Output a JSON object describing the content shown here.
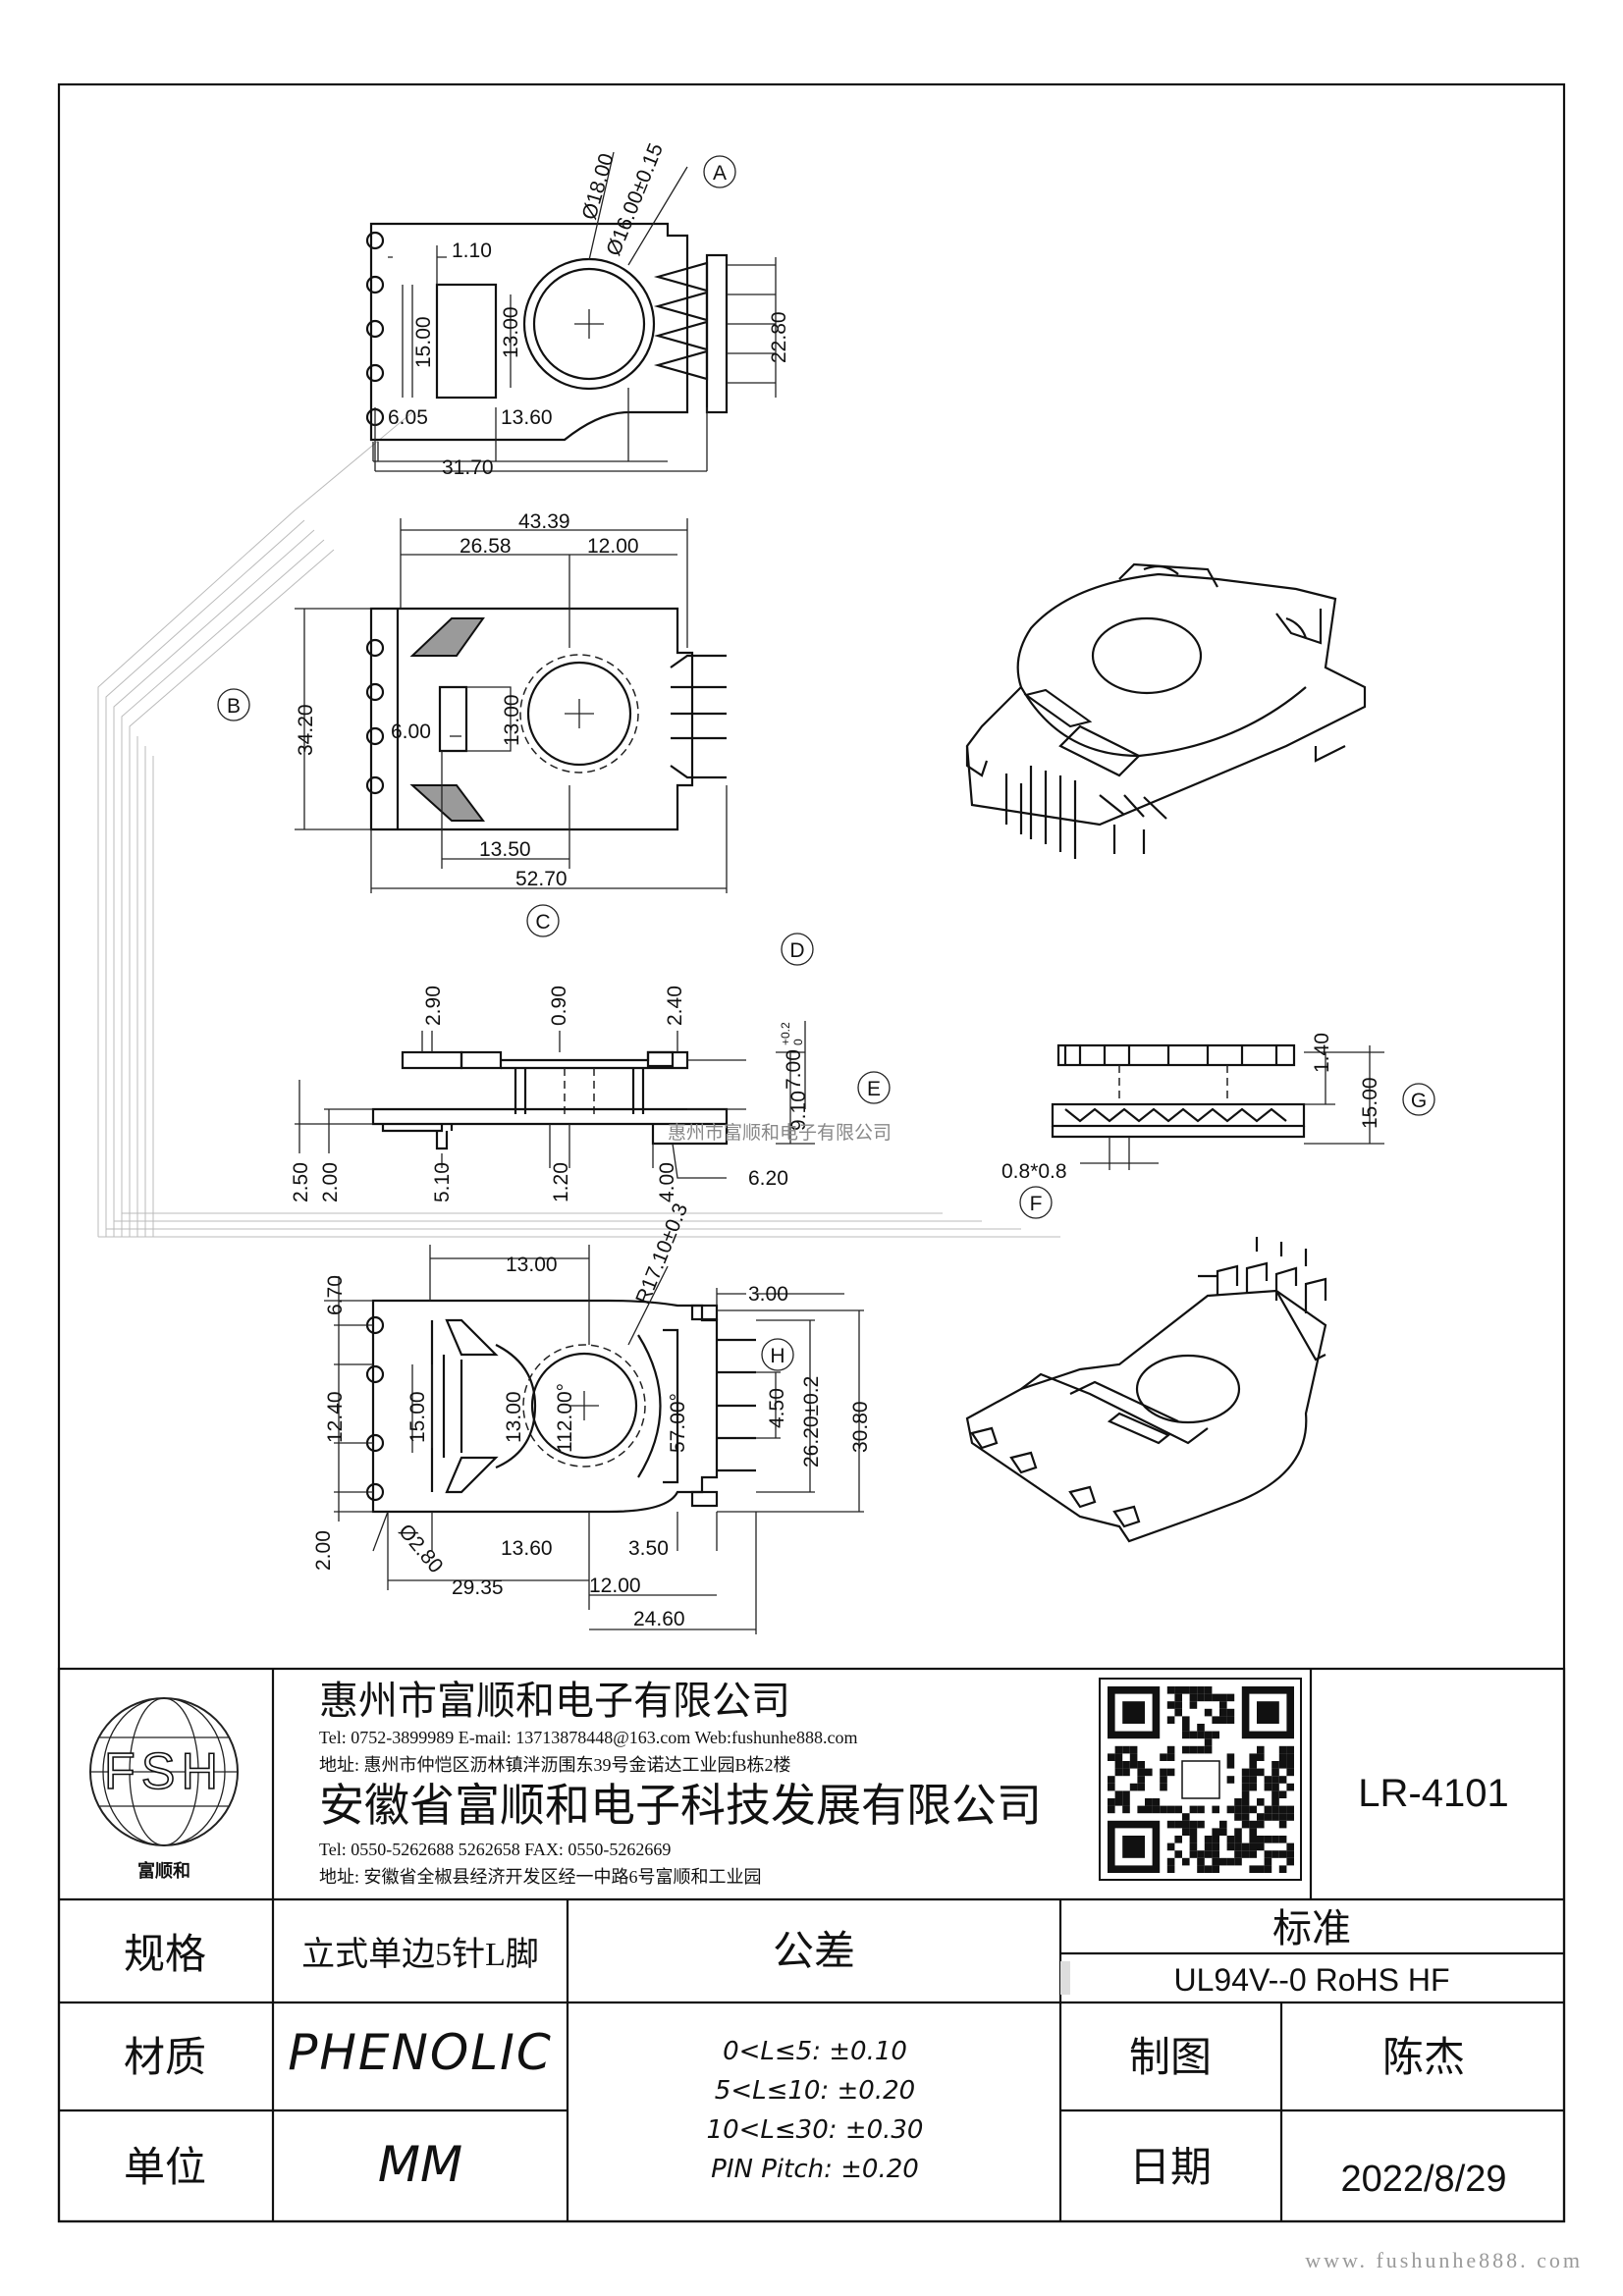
{
  "views": {
    "a": {
      "label": "A",
      "dims": {
        "d_outer": "Ø18.00",
        "d_inner": "Ø16.00±0.15",
        "d1": "1.10",
        "d2": "15.00",
        "d3": "13.00",
        "d4": "22.80",
        "d5": "6.05",
        "d6": "13.60",
        "d7": "31.70"
      }
    },
    "b": {
      "label": "B",
      "dims": {
        "d1": "43.39",
        "d2": "26.58",
        "d3": "12.00",
        "d4": "34.20",
        "d5": "13.00",
        "d6": "6.00",
        "d7": "13.50",
        "d8": "52.70"
      }
    },
    "c": {
      "label": "C"
    },
    "d": {
      "label": "D",
      "dims": {
        "d1": "2.90",
        "d2": "0.90",
        "d3": "2.40",
        "d4": "7.00",
        "d4_tol_upper": "+0.2",
        "d4_tol_lower": "0",
        "d5": "9.10",
        "d6": "2.50",
        "d7": "2.00",
        "d8": "5.10",
        "d9": "1.20",
        "d10": "4.00",
        "d11": "6.20"
      }
    },
    "e": {
      "label": "E"
    },
    "f": {
      "label": "F",
      "dims": {
        "d1": "0.8*0.8"
      }
    },
    "g": {
      "label": "G",
      "dims": {
        "d1": "1.40",
        "d2": "15.00"
      }
    },
    "h": {
      "label": "H",
      "dims": {
        "d1": "13.00",
        "d2": "R17.10±0.3",
        "d3": "3.00",
        "d4": "6.70",
        "d5": "12.40",
        "d6": "15.00",
        "d7": "13.00",
        "d8": "112.00°",
        "d9": "57.00°",
        "d10": "4.50",
        "d11": "26.20±0.2",
        "d12": "30.80",
        "d13": "2.00",
        "d14": "Ø2.80",
        "d15": "13.60",
        "d16": "3.50",
        "d17": "29.35",
        "d18": "12.00",
        "d19": "24.60"
      }
    }
  },
  "watermark_center": "惠州市富顺和电子有限公司",
  "title_block": {
    "logo": {
      "letters": "FSH",
      "caption": "富顺和"
    },
    "company1": {
      "name": "惠州市富顺和电子有限公司",
      "contact": "Tel:   0752-3899989   E-mail: 13713878448@163.com   Web:fushunhe888.com",
      "address": "地址: 惠州市仲恺区沥林镇泮沥围东39号金诺达工业园B栋2楼"
    },
    "company2": {
      "name": "安徽省富顺和电子科技发展有限公司",
      "contact": "Tel:   0550-5262688   5262658       FAX: 0550-5262669",
      "address": "地址: 安徽省全椒县经济开发区经一中路6号富顺和工业园"
    },
    "part_no": "LR-4101",
    "spec_label": "规格",
    "spec_value": "立式单边5针L脚",
    "tolerance_label": "公差",
    "tolerances": [
      "0<L≤5: ±0.10",
      "5<L≤10: ±0.20",
      "10<L≤30: ±0.30",
      "PIN Pitch: ±0.20"
    ],
    "standard_label": "标准",
    "standard_value": "UL94V--0  RoHS HF",
    "material_label": "材质",
    "material_value": "PHENOLIC",
    "drawn_label": "制图",
    "drawn_value": "陈杰",
    "unit_label": "单位",
    "unit_value": "MM",
    "date_label": "日期",
    "date_value": "2022/8/29"
  },
  "footer_watermark": "www. fushunhe888. com"
}
